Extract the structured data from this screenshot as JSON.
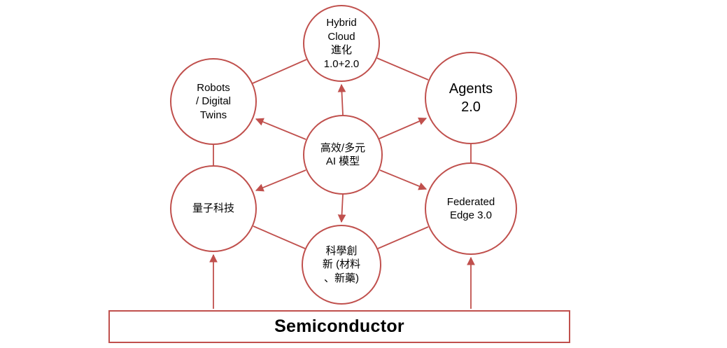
{
  "diagram": {
    "accent_color": "#c0504d",
    "text_color": "#000000",
    "nodes": {
      "hybrid_cloud": {
        "label": "Hybrid\nCloud\n進化\n1.0+2.0"
      },
      "robots": {
        "label": "Robots\n/ Digital\nTwins"
      },
      "agents": {
        "label": "Agents\n2.0"
      },
      "center": {
        "label": "高效/多元\nAI 模型"
      },
      "quantum": {
        "label": "量子科技"
      },
      "federated": {
        "label": "Federated\nEdge 3.0"
      },
      "science": {
        "label": "科學創\n新 (材料\n、新藥)"
      },
      "semiconductor": {
        "label": "Semiconductor"
      }
    }
  }
}
